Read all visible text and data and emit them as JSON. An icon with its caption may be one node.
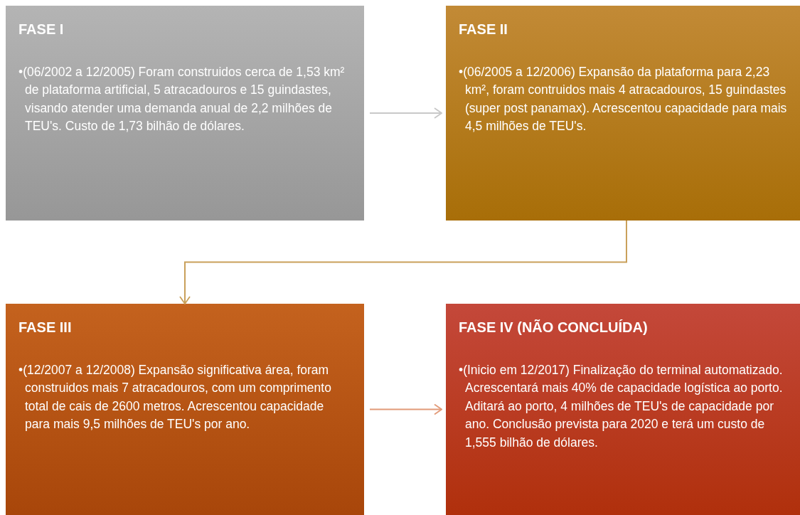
{
  "diagram": {
    "nodes": [
      {
        "text": [
          "FASE I",
          "•(06/2002 a 12/2005) Foram construidos cerca de 1,53 km² de plataforma artificial, 5 atracadouros e 15 guindastes, visando atender uma demanda anual de 2,2 milhões de TEU's. Custo de 1,73 bilhão de dólares."
        ]
      },
      {
        "text": [
          "FASE II",
          "•(06/2005 a 12/2006) Expansão da plataforma para 2,23 km², foram contruidos mais 4 atracadouros, 15 guindastes (super post panamax). Acrescentou capacidade para mais 4,5 milhões de TEU's."
        ]
      },
      {
        "text": [
          "FASE III",
          "•(12/2007 a 12/2008) Expansão significativa área, foram construidos mais 7 atracadouros, com um comprimento total de cais de 2600 metros. Acrescentou capacidade para mais 9,5 milhões de TEU's por ano."
        ]
      },
      {
        "text": [
          "FASE IV (NÃO CONCLUÍDA)",
          "•(Inicio em 12/2017) Finalização do terminal automatizado. Acrescentará mais 40% de capacidade logística ao porto. Aditará ao porto, 4 milhões de TEU's de capacidade por ano. Conclusão prevista para 2020 e terá um custo de 1,555 bilhão de dólares."
        ]
      }
    ],
    "edges": [
      {
        "from": 0,
        "to": 1,
        "arrow": "to",
        "color": "#c8c8c8"
      },
      {
        "from": 1,
        "to": 2,
        "arrow": "to",
        "color": "#c9a05a"
      },
      {
        "from": 2,
        "to": 3,
        "arrow": "to",
        "color": "#e29a78"
      }
    ]
  }
}
